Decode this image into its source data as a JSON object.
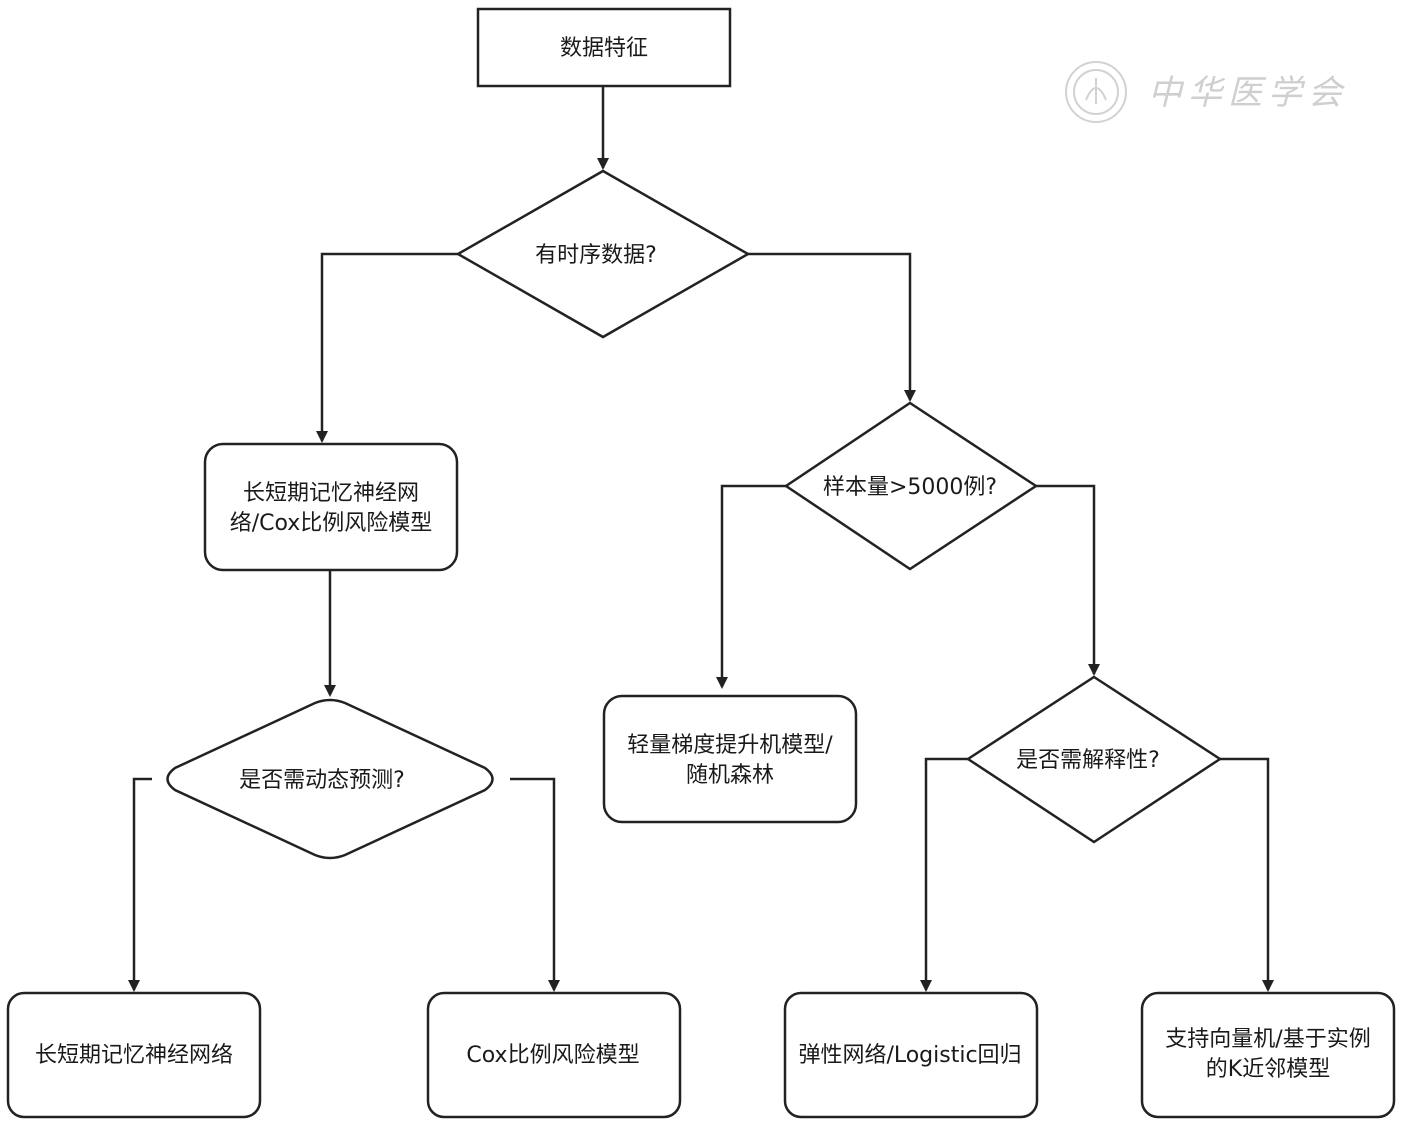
{
  "nodes": {
    "start": {
      "label": "数据特征"
    },
    "q_time_series": {
      "label": "有时序数据?"
    },
    "lstm_cox": {
      "line1": "长短期记忆神经网",
      "line2": "络/Cox比例风险模型"
    },
    "q_sample_size": {
      "label": "样本量>5000例?"
    },
    "lgbm_rf": {
      "line1": "轻量梯度提升机模型/",
      "line2": "随机森林"
    },
    "q_dynamic": {
      "label": "是否需动态预测?"
    },
    "q_interpret": {
      "label": "是否需解释性?"
    },
    "lstm": {
      "label": "长短期记忆神经网络"
    },
    "cox": {
      "label": "Cox比例风险模型"
    },
    "enet_logistic": {
      "label": "弹性网络/Logistic回归"
    },
    "svm_knn": {
      "line1": "支持向量机/基于实例",
      "line2": "的K近邻模型"
    }
  },
  "watermark": {
    "text": "中华医学会",
    "icon": "society-seal-icon"
  },
  "colors": {
    "stroke": "#222222",
    "text": "#1a1a1a",
    "watermark": "#cfcfcf"
  }
}
